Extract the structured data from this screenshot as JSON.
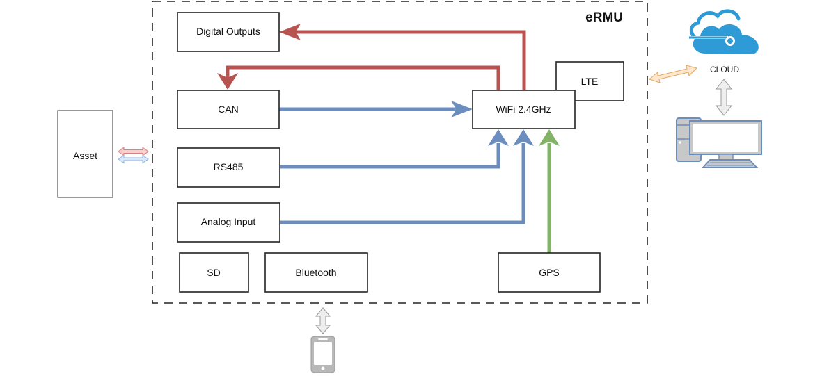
{
  "diagram": {
    "title": "eRMU",
    "external": {
      "asset": "Asset",
      "cloud": "CLOUD"
    },
    "modules": {
      "digital_outputs": "Digital Outputs",
      "can": "CAN",
      "rs485": "RS485",
      "analog_input": "Analog Input",
      "sd": "SD",
      "bluetooth": "Bluetooth",
      "gps": "GPS",
      "wifi": "WiFi 2.4GHz",
      "lte": "LTE"
    },
    "connections": [
      {
        "from": "wifi",
        "to": "digital_outputs",
        "color": "#b85450"
      },
      {
        "from": "wifi",
        "to": "can",
        "color": "#b85450"
      },
      {
        "from": "can",
        "to": "wifi",
        "color": "#6c8ebf"
      },
      {
        "from": "rs485",
        "to": "wifi",
        "color": "#6c8ebf"
      },
      {
        "from": "analog_input",
        "to": "wifi",
        "color": "#6c8ebf"
      },
      {
        "from": "gps",
        "to": "wifi",
        "color": "#82b366"
      },
      {
        "from": "asset",
        "to": "ermu",
        "bidirectional": true,
        "color": "#f8cecc"
      },
      {
        "from": "asset",
        "to": "ermu",
        "bidirectional": true,
        "color": "#dae8fc"
      },
      {
        "from": "ermu",
        "to": "cloud",
        "bidirectional": true,
        "color": "#ffe6cc"
      },
      {
        "from": "cloud",
        "to": "computer",
        "bidirectional": true,
        "color": "#eeeeee"
      },
      {
        "from": "bluetooth",
        "to": "phone",
        "bidirectional": true,
        "color": "#eeeeee"
      }
    ],
    "colors": {
      "red_arrow": "#b85450",
      "blue_arrow": "#6c8ebf",
      "green_arrow": "#82b366",
      "cloud_blue": "#2e9ad6"
    }
  }
}
